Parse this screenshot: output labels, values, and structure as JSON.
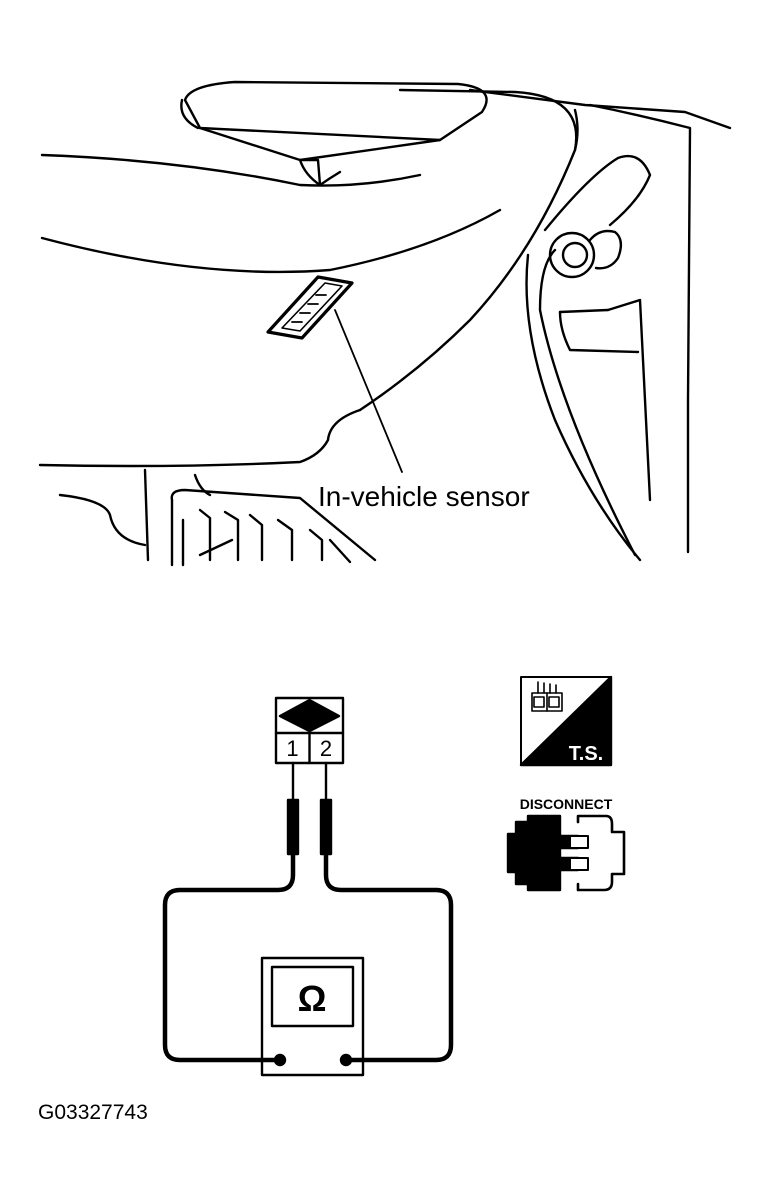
{
  "diagram": {
    "sensor_label": "In-vehicle sensor",
    "connector_pins": [
      "1",
      "2"
    ],
    "meter_symbol": "Ω",
    "ts_badge": "T.S.",
    "disconnect_label": "DISCONNECT",
    "figure_id": "G03327743"
  }
}
